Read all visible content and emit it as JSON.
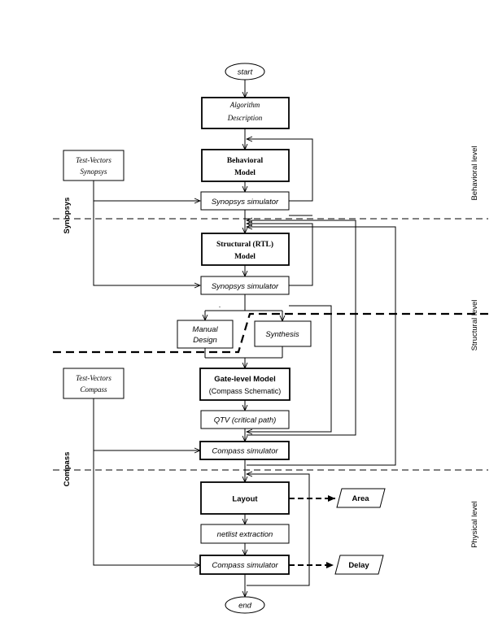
{
  "nodes": {
    "start": "start",
    "algorithm_1": "Algorithm",
    "algorithm_2": "Description",
    "behavioral_1": "Behavioral",
    "behavioral_2": "Model",
    "sim1": "Synopsys simulator",
    "structural_1": "Structural (RTL)",
    "structural_2": "Model",
    "sim2": "Synopsys simulator",
    "manual_1": "Manual",
    "manual_2": "Design",
    "synthesis": "Synthesis",
    "gate_1": "Gate-level Model",
    "gate_2": "(Compass Schematic)",
    "qtv": "QTV (critical path)",
    "sim3": "Compass simulator",
    "layout": "Layout",
    "netlist": "netlist extraction",
    "sim4": "Compass simulator",
    "end": "end",
    "area": "Area",
    "delay": "Delay"
  },
  "test_vectors": {
    "synopsys_1": "Test-Vectors",
    "synopsys_2": "Synopsys",
    "compass_1": "Test-Vectors",
    "compass_2": "Compass"
  },
  "levels": {
    "behavioral": "Behavioral level",
    "structural": "Structural level",
    "physical": "Physical level"
  },
  "tools": {
    "synopsys": "Synopsys",
    "compass": "Compass"
  },
  "stray_mark": "."
}
